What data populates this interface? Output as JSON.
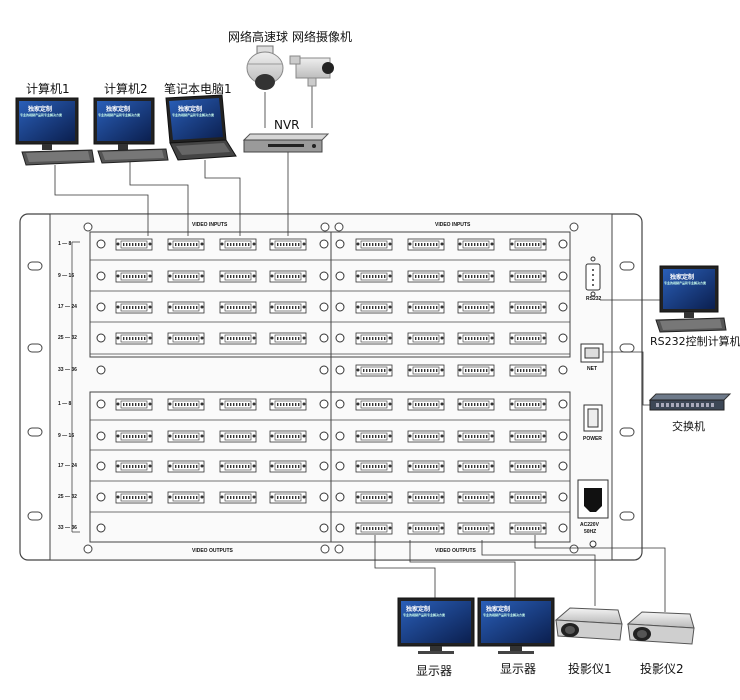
{
  "devices": {
    "computer1": "计算机1",
    "computer2": "计算机2",
    "laptop1": "笔记本电脑1",
    "speed_dome": "网络高速球",
    "camera": "网络摄像机",
    "nvr": "NVR",
    "rs232_pc": "RS232控制计算机",
    "switch": "交换机",
    "display1": "显示器",
    "display2": "显示器",
    "projector1": "投影仪1",
    "projector2": "投影仪2",
    "screen_text_1": "独家定制",
    "screen_text_2": "专业的视频产品和专业解决方案"
  },
  "chassis": {
    "video_inputs_left": "VIDEO INPUTS",
    "video_inputs_right": "VIDEO INPUTS",
    "video_outputs_left": "VIDEO OUTPUTS",
    "video_outputs_right": "VIDEO OUTPUTS",
    "rs232": "RS232",
    "net": "NET",
    "power": "POWER",
    "ac_line1": "AC220V",
    "ac_line2": "50HZ",
    "input_ranges": [
      "1 — 8",
      "9 — 16",
      "17 — 24",
      "25 — 32",
      "33 — 36"
    ],
    "output_ranges": [
      "1 — 8",
      "9 — 16",
      "17 — 24",
      "25 — 32",
      "33 — 36"
    ]
  }
}
